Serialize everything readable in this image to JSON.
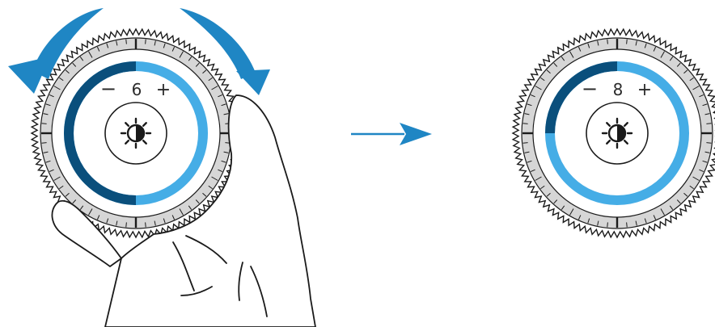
{
  "colors": {
    "ring_light": "#45ade6",
    "ring_dark": "#0a4f7c",
    "arrow_blue": "#1f86c4",
    "bezel_gray": "#d6d6d6",
    "line": "#1a1a1a",
    "text": "#2b2b2b"
  },
  "before": {
    "value": "6",
    "minus": "−",
    "plus": "+",
    "level_fraction": 0.5,
    "icon": "brightness-icon"
  },
  "after": {
    "value": "8",
    "minus": "−",
    "plus": "+",
    "level_fraction": 0.75,
    "icon": "brightness-icon"
  },
  "gesture": {
    "rotation_arrows": "rotate-bezel-arrows",
    "hand": "hand-icon",
    "transition": "right-arrow-icon"
  }
}
